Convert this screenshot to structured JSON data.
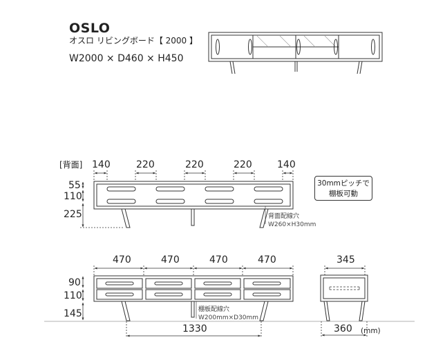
{
  "product": {
    "name": "OSLO",
    "subtitle": "オスロ リビングボード【 2000 】",
    "dimensions": "W2000 × D460 × H450"
  },
  "back_view": {
    "label": "[背面]",
    "top_dims": [
      "140",
      "220",
      "220",
      "220",
      "140"
    ],
    "height_dims": [
      "55",
      "110",
      "225"
    ],
    "hole_note_line1": "背面配線穴",
    "hole_note_line2": "W260×H30mm"
  },
  "stack_note": {
    "line1": "30mmピッチで",
    "line2": "棚板可動"
  },
  "front_view": {
    "top_dims": [
      "470",
      "470",
      "470",
      "470"
    ],
    "height_dims": [
      "90",
      "110",
      "145"
    ],
    "leg_span": "1330",
    "hole_note_line1": "棚板配線穴",
    "hole_note_line2": "W200mm×D30mm"
  },
  "side_view": {
    "top_dim": "345",
    "bottom_dim": "360",
    "unit": "(mm)"
  }
}
